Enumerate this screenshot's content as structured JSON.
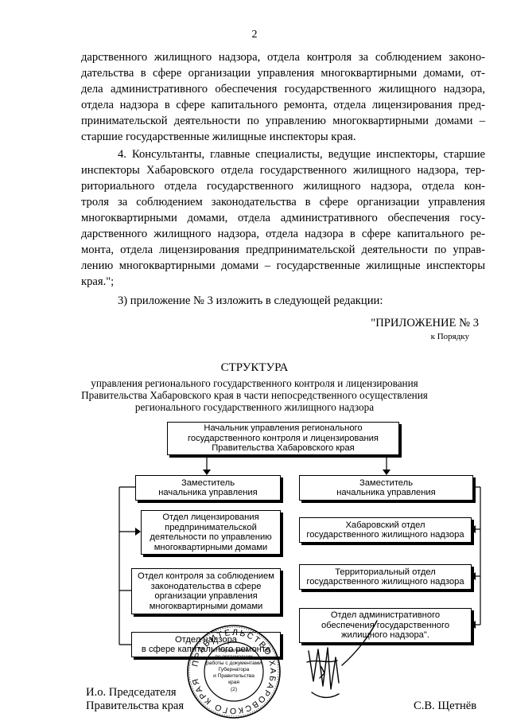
{
  "page_number": "2",
  "paragraph1": [
    "дарственного жилищного надзора, отдела контроля за соблюдением законо-",
    "дательства в сфере организации управления многоквартирными домами, от-",
    "дела административного обеспечения государственного жилищного надзора,",
    "отдела надзора в сфере капитального ремонта, отдела лицензирования пред-",
    "принимательской деятельности по управлению многоквартирными домами –",
    "старшие государственные жилищные инспекторы края."
  ],
  "paragraph2": [
    "4. Консультанты, главные специалисты, ведущие инспекторы, старшие",
    "инспекторы Хабаровского отдела государственного жилищного надзора, тер-",
    "риториального отдела государственного жилищного надзора, отдела кон-",
    "троля за соблюдением законодательства в сфере организации управления",
    "многоквартирными домами, отдела административного обеспечения госу-",
    "дарственного жилищного надзора, отдела надзора в сфере капитального ре-",
    "монта, отдела лицензирования предпринимательской деятельности по управ-",
    "лению многоквартирными домами – государственные жилищные инспекторы",
    "края.\";"
  ],
  "paragraph3": "3) приложение № 3 изложить в следующей редакции:",
  "appendix_label": "\"ПРИЛОЖЕНИЕ № 3",
  "appendix_sub": "к Порядку",
  "structure_title": "СТРУКТУРА",
  "structure_subtitle": [
    "управления регионального государственного контроля и лицензирования",
    "Правительства Хабаровского края в части непосредственного осуществления",
    "регионального государственного жилищного надзора"
  ],
  "org": {
    "head": [
      "Начальник управления регионального",
      "государственного контроля и лицензирования",
      "Правительства Хабаровского края"
    ],
    "deputy_left": [
      "Заместитель",
      "начальника управления"
    ],
    "deputy_right": [
      "Заместитель",
      "начальника управления"
    ],
    "left_units": [
      [
        "Отдел лицензирования",
        "предпринимательской",
        "деятельности по управлению",
        "многоквартирными домами"
      ],
      [
        "Отдел контроля за соблюдением",
        "законодательства в сфере",
        "организации управления",
        "многоквартирными домами"
      ],
      [
        "Отдел надзора",
        "в сфере капитального ремонта"
      ]
    ],
    "right_units": [
      [
        "Хабаровский отдел",
        "государственного жилищного надзора"
      ],
      [
        "Территориальный отдел",
        "государственного жилищного надзора"
      ],
      [
        "Отдел административного",
        "обеспечения государственного",
        "жилищного надзора\"."
      ]
    ]
  },
  "signature": {
    "position_line1": "И.о. Председателя",
    "position_line2": "Правительства края",
    "name": "С.В. Щетнёв"
  },
  "stamp": {
    "ring_text": "ПРАВИТЕЛЬСТВО ХАБАРОВСКОГО КРАЯ",
    "inner_text": [
      "Управление",
      "по организации",
      "работы с документами",
      "Губернатора",
      "и Правительства",
      "края",
      "(2)"
    ]
  }
}
